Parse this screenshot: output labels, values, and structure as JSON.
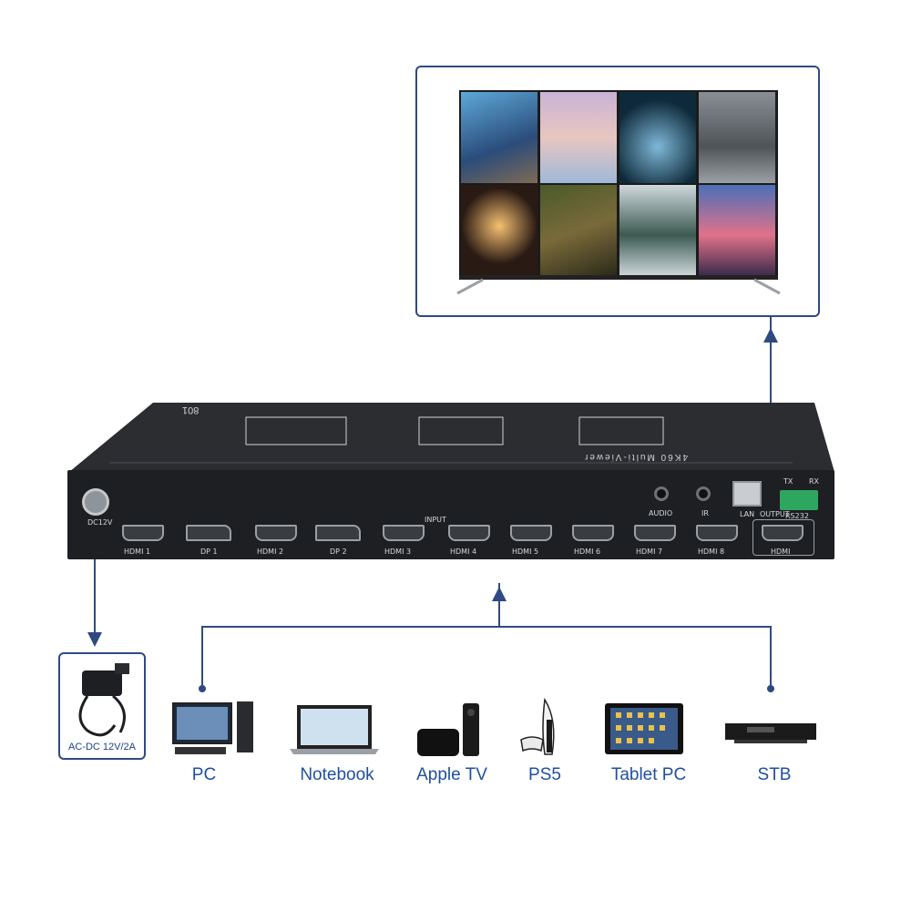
{
  "device": {
    "model_number": "801",
    "top_label": "4K60 Multi-Viewer",
    "power_label": "DC12V",
    "input_group_label": "INPUT",
    "output_group_label": "OUTPUT",
    "ports": {
      "hdmi1": "HDMI 1",
      "dp1": "DP 1",
      "hdmi2": "HDMI 2",
      "dp2": "DP 2",
      "hdmi3": "HDMI 3",
      "hdmi4": "HDMI 4",
      "hdmi5": "HDMI 5",
      "hdmi6": "HDMI 6",
      "hdmi7": "HDMI 7",
      "hdmi8": "HDMI 8",
      "hdmi_out": "HDMI",
      "audio": "AUDIO",
      "ir": "IR",
      "lan": "LAN",
      "rs232": "RS232",
      "tx": "TX",
      "rx": "RX"
    }
  },
  "power_adapter": {
    "label": "AC-DC 12V/2A"
  },
  "sources": [
    {
      "label": "PC",
      "icon": "desktop-pc-icon"
    },
    {
      "label": "Notebook",
      "icon": "laptop-icon"
    },
    {
      "label": "Apple TV",
      "icon": "apple-tv-icon"
    },
    {
      "label": "PS5",
      "icon": "game-console-icon"
    },
    {
      "label": "Tablet PC",
      "icon": "tablet-icon"
    },
    {
      "label": "STB",
      "icon": "set-top-box-icon"
    }
  ],
  "display": {
    "icon": "tv-display-icon",
    "tiles": 8
  },
  "colors": {
    "accent": "#1f4fa3",
    "frame": "#2f4a80",
    "device": "#1d1f22"
  }
}
